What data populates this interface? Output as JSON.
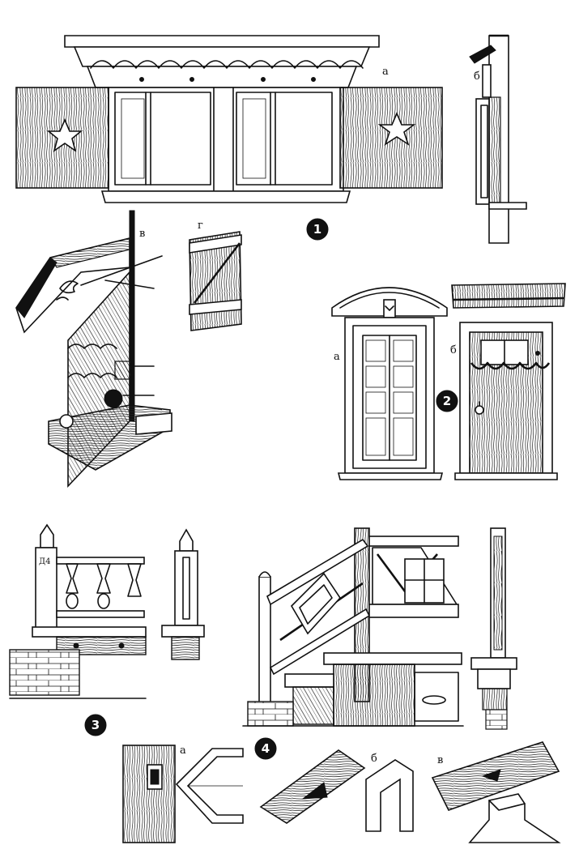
{
  "figures": [
    {
      "id": "1",
      "labels": [
        "а",
        "б",
        "в",
        "г"
      ]
    },
    {
      "id": "2",
      "labels": [
        "а",
        "б"
      ]
    },
    {
      "id": "3",
      "labels": []
    },
    {
      "id": "4",
      "labels": [
        "а",
        "б",
        "в"
      ]
    }
  ],
  "texts": {
    "f1a": "а",
    "f1b": "б",
    "f1v": "в",
    "f1g": "г",
    "f2a": "а",
    "f2b": "б",
    "post_mark": "Д4",
    "f4a": "а",
    "f4b": "б",
    "f4v": "в",
    "n1": "1",
    "n2": "2",
    "n3": "3",
    "n4": "4"
  },
  "colors": {
    "ink": "#111111",
    "paper": "#ffffff"
  }
}
